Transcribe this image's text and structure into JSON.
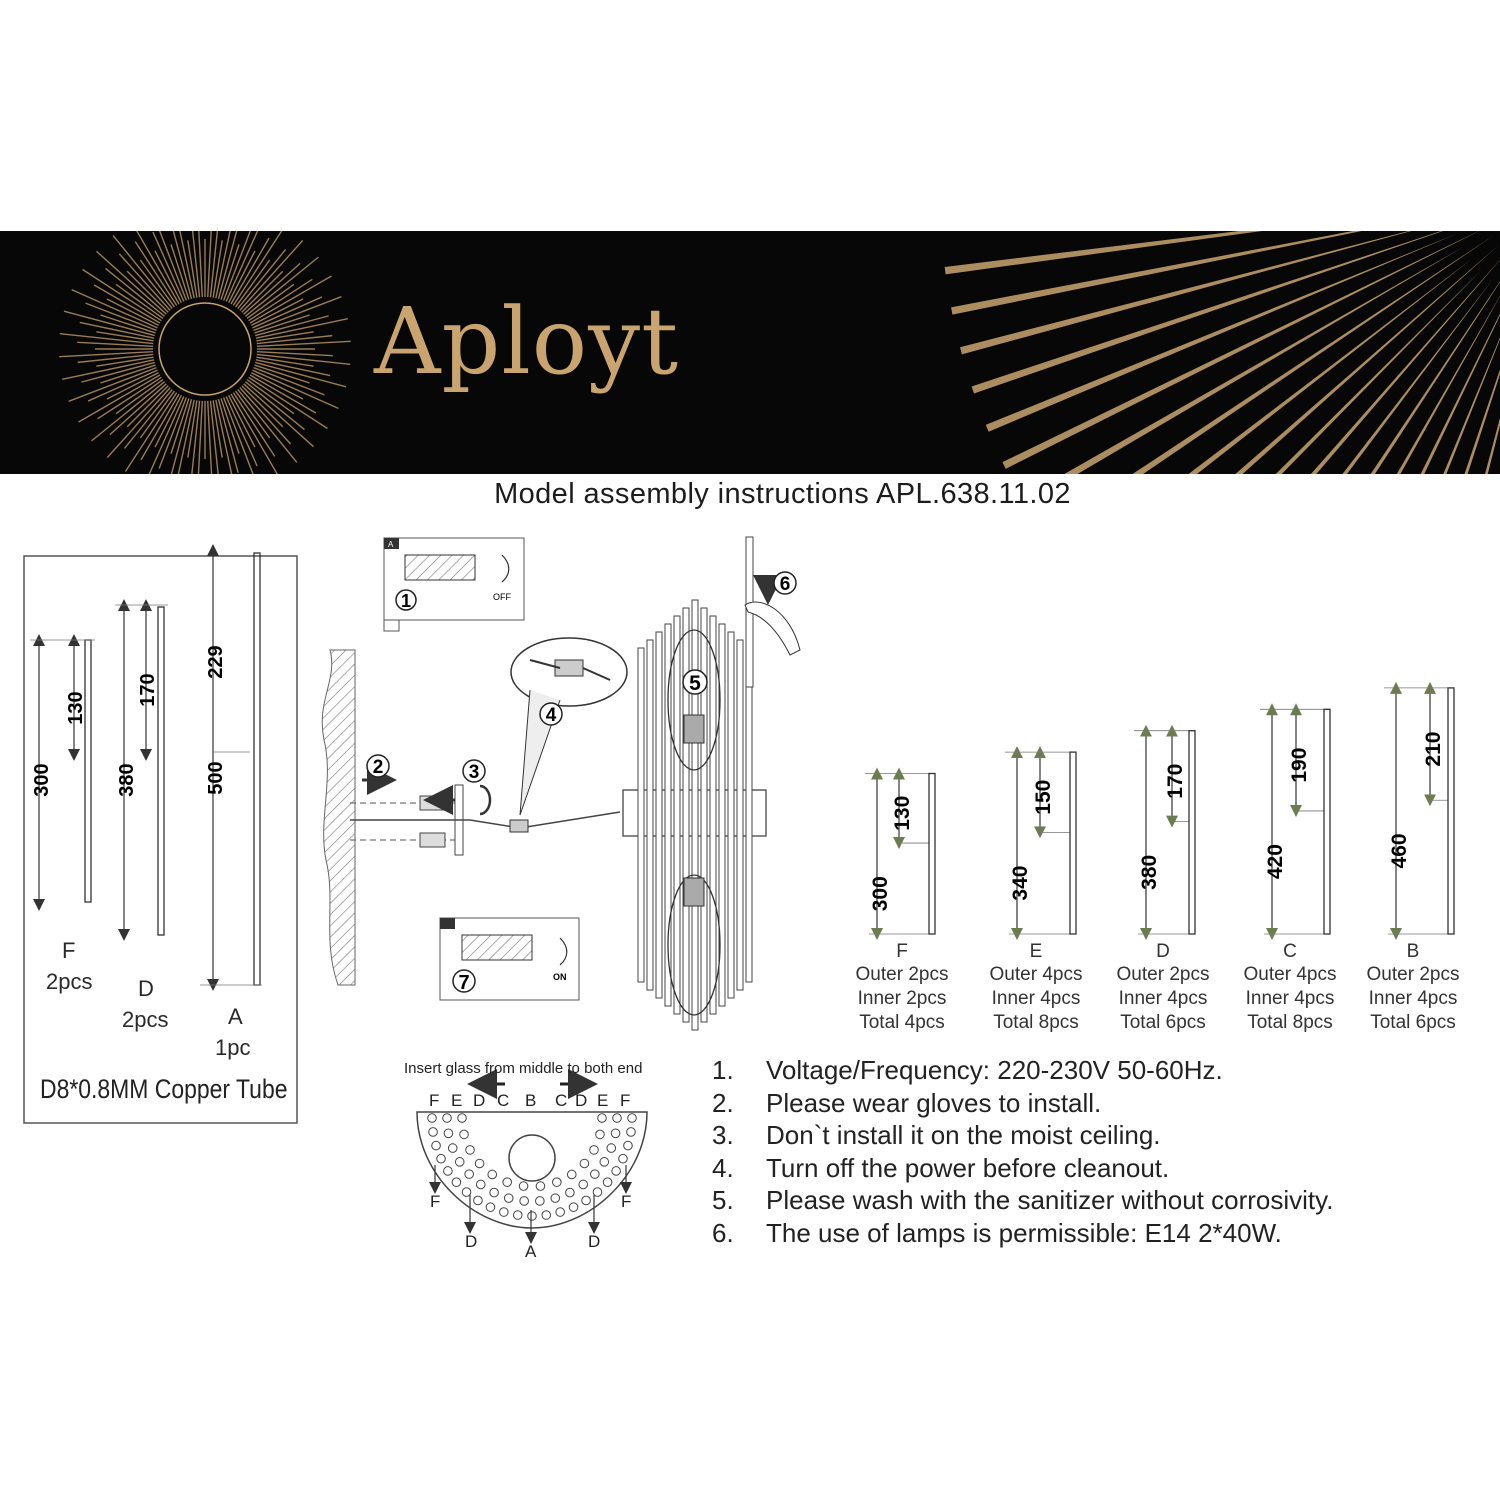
{
  "brand": {
    "name": "Aployt",
    "accent_color": "#c9a46e",
    "banner_color": "#070707"
  },
  "subtitle": "Model assembly  instructions APL.638.11.02",
  "tubes_box": {
    "caption": "D8*0.8MM Copper Tube",
    "tubes": [
      {
        "letter": "F",
        "qty": "2pcs",
        "total": "300",
        "upper": "130"
      },
      {
        "letter": "D",
        "qty": "2pcs",
        "total": "380",
        "upper": "170"
      },
      {
        "letter": "A",
        "qty": "1pc",
        "total": "500",
        "upper": "229"
      }
    ]
  },
  "steps": {
    "s1": "1",
    "s2": "2",
    "s3": "3",
    "s4": "4",
    "s5": "5",
    "s6": "6",
    "s7": "7",
    "off": "OFF",
    "on": "ON",
    "tag_a": "A"
  },
  "parts": [
    {
      "letter": "F",
      "total": "300",
      "upper": "130",
      "outer": "Outer 2pcs",
      "inner": "Inner 2pcs",
      "sum": "Total 4pcs"
    },
    {
      "letter": "E",
      "total": "340",
      "upper": "150",
      "outer": "Outer 4pcs",
      "inner": "Inner 4pcs",
      "sum": "Total 8pcs"
    },
    {
      "letter": "D",
      "total": "380",
      "upper": "170",
      "outer": "Outer 2pcs",
      "inner": "Inner 4pcs",
      "sum": "Total 6pcs"
    },
    {
      "letter": "C",
      "total": "420",
      "upper": "190",
      "outer": "Outer 4pcs",
      "inner": "Inner 4pcs",
      "sum": "Total 8pcs"
    },
    {
      "letter": "B",
      "total": "460",
      "upper": "210",
      "outer": "Outer 2pcs",
      "inner": "Inner 4pcs",
      "sum": "Total 6pcs"
    }
  ],
  "insert": {
    "caption": "Insert glass from middle to both end",
    "top_letters": [
      "F",
      "E",
      "D",
      "C",
      "B",
      "C",
      "D",
      "E",
      "F"
    ],
    "bottom_letters": [
      "F",
      "F",
      "D",
      "A",
      "D"
    ]
  },
  "notes": [
    {
      "num": "1.",
      "text": "Voltage/Frequency: 220-230V 50-60Hz."
    },
    {
      "num": "2.",
      "text": "Please wear gloves to install."
    },
    {
      "num": "3.",
      "text": "Don`t install it on the moist ceiling."
    },
    {
      "num": "4.",
      "text": "Turn off the power before cleanout."
    },
    {
      "num": "5.",
      "text": "Please wash with the sanitizer without corrosivity."
    },
    {
      "num": "6.",
      "text": "The use of lamps is permissible: E14 2*40W."
    }
  ]
}
